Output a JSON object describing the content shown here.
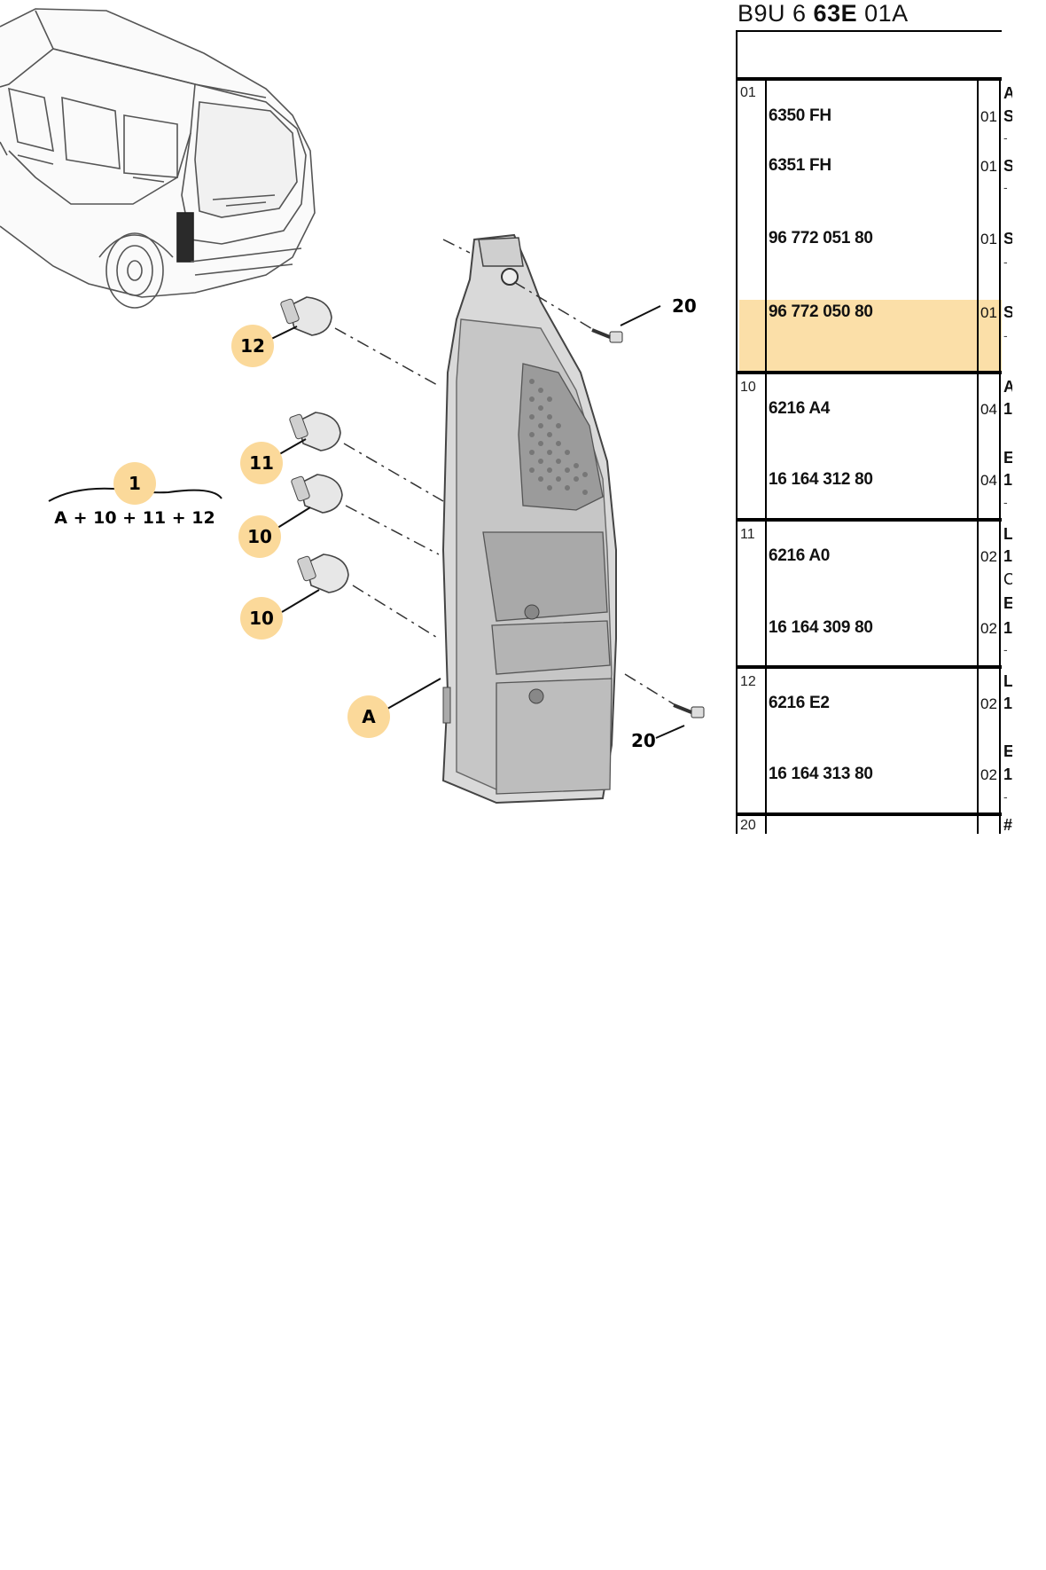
{
  "diagram": {
    "callouts": {
      "c12": "12",
      "c11": "11",
      "c10a": "10",
      "c10b": "10",
      "cA": "A",
      "c1": "1",
      "c20a": "20",
      "c20b": "20"
    },
    "assembly_formula": "A + 10 + 11 + 12",
    "colors": {
      "callout_fill": "#fbd99a",
      "highlight_row": "#fbdfa8",
      "line": "#333333"
    }
  },
  "parts_table": {
    "code_prefix": "B9U 6 ",
    "code_bold": "63E",
    "code_suffix": " 01A",
    "groups": [
      {
        "number": "01",
        "rows": [
          {
            "part_number": "6350 FH",
            "qty": "01",
            "desc": "S"
          },
          {
            "part_number": "6351 FH",
            "qty": "01",
            "desc": "S"
          },
          {
            "part_number": "96 772 051 80",
            "qty": "01",
            "desc": "S"
          },
          {
            "part_number": "96 772 050 80",
            "qty": "01",
            "desc": "S"
          }
        ],
        "header_letter": "A"
      },
      {
        "number": "10",
        "rows": [
          {
            "part_number": "6216 A4",
            "qty": "04",
            "desc": "1"
          },
          {
            "part_number": "16 164 312 80",
            "qty": "04",
            "desc": "1"
          }
        ],
        "header_letter": "A",
        "mid_letter": "E"
      },
      {
        "number": "11",
        "rows": [
          {
            "part_number": "6216 A0",
            "qty": "02",
            "desc": "1"
          },
          {
            "part_number": "16 164 309 80",
            "qty": "02",
            "desc": "1"
          }
        ],
        "header_letter": "L",
        "extra_letter": "C",
        "mid_letter": "E"
      },
      {
        "number": "12",
        "rows": [
          {
            "part_number": "6216 E2",
            "qty": "02",
            "desc": "1"
          },
          {
            "part_number": "16 164 313 80",
            "qty": "02",
            "desc": "1"
          }
        ],
        "header_letter": "L",
        "mid_letter": "E"
      }
    ],
    "last_group_number": "20",
    "last_group_letter": "#"
  }
}
